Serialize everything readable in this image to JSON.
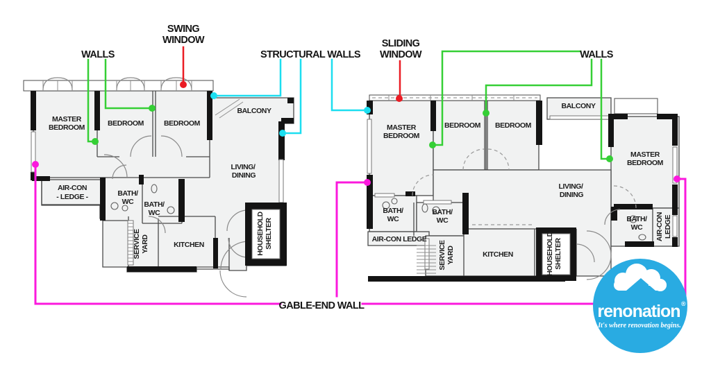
{
  "annotations": {
    "walls_left": "WALLS",
    "swing_window": [
      "SWING",
      "WINDOW"
    ],
    "structural_walls": "STRUCTURAL WALLS",
    "sliding_window": [
      "SLIDING",
      "WINDOW"
    ],
    "walls_right": "WALLS",
    "gable_end_wall": "GABLE-END WALL"
  },
  "colors": {
    "walls_annotation_green": "#35cf35",
    "structural_walls_cyan": "#1cdef0",
    "window_annotation_red": "#ea1c24",
    "gable_end_magenta": "#fb19dd",
    "logo_blue": "#29abe2",
    "wall_black": "#141414"
  },
  "left_plan": {
    "rooms": {
      "master_bedroom": [
        "MASTER",
        "BEDROOM"
      ],
      "bedroom_1": "BEDROOM",
      "bedroom_2": "BEDROOM",
      "balcony": "BALCONY",
      "living_dining": [
        "LIVING/",
        "DINING"
      ],
      "aircon_ledge": [
        "AIR-CON",
        "- LEDGE -"
      ],
      "bath_wc_1": [
        "BATH/",
        "WC"
      ],
      "bath_wc_2": [
        "BATH/",
        "WC"
      ],
      "service_yard": [
        "SERVICE",
        "YARD"
      ],
      "kitchen": "KITCHEN",
      "household_shelter": [
        "HOUSEHOLD",
        "SHELTER"
      ]
    }
  },
  "right_plan": {
    "rooms": {
      "master_bedroom": [
        "MASTER",
        "BEDROOM"
      ],
      "bedroom_1": "BEDROOM",
      "bedroom_2": "BEDROOM",
      "balcony": "BALCONY",
      "master_bedroom_2": [
        "MASTER",
        "BEDROOM"
      ],
      "living_dining": [
        "LIVING/",
        "DINING"
      ],
      "bath_wc_1": [
        "BATH/",
        "WC"
      ],
      "bath_wc_2": [
        "BATH/",
        "WC"
      ],
      "aircon_ledge": "AIR-CON LEDGE",
      "service_yard": [
        "SERVICE",
        "YARD"
      ],
      "kitchen": "KITCHEN",
      "household_shelter": [
        "HOUSEHOLD",
        "SHELTER"
      ],
      "bath_wc_3": [
        "BATH/",
        "WC"
      ],
      "aircon_ledge_2": [
        "AIR-CON",
        "LEDGE"
      ]
    }
  },
  "logo": {
    "name": "renonation",
    "registered": "®",
    "tagline": "It's where renovation begins."
  }
}
